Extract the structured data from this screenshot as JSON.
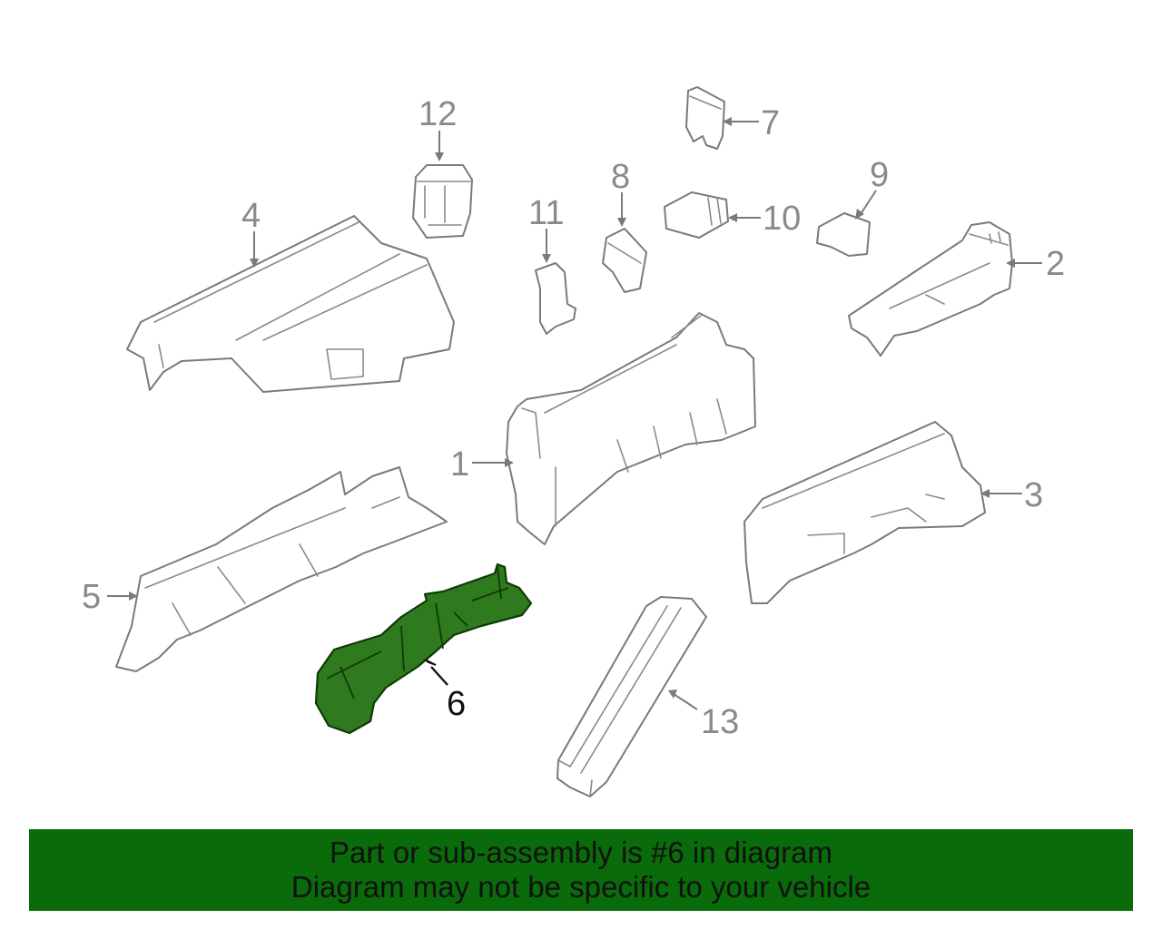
{
  "diagram": {
    "highlighted_part": "6",
    "callouts": [
      {
        "id": "c1",
        "label": "1"
      },
      {
        "id": "c2",
        "label": "2"
      },
      {
        "id": "c3",
        "label": "3"
      },
      {
        "id": "c4",
        "label": "4"
      },
      {
        "id": "c5",
        "label": "5"
      },
      {
        "id": "c6",
        "label": "6"
      },
      {
        "id": "c7",
        "label": "7"
      },
      {
        "id": "c8",
        "label": "8"
      },
      {
        "id": "c9",
        "label": "9"
      },
      {
        "id": "c10",
        "label": "10"
      },
      {
        "id": "c11",
        "label": "11"
      },
      {
        "id": "c12",
        "label": "12"
      },
      {
        "id": "c13",
        "label": "13"
      }
    ],
    "colors": {
      "highlight_fill": "#2f7a1f",
      "banner": "#0a6b0a",
      "line": "#7a7a7a"
    }
  },
  "banner": {
    "line1": "Part or sub-assembly is #6 in diagram",
    "line2": "Diagram may not be specific to your vehicle"
  }
}
